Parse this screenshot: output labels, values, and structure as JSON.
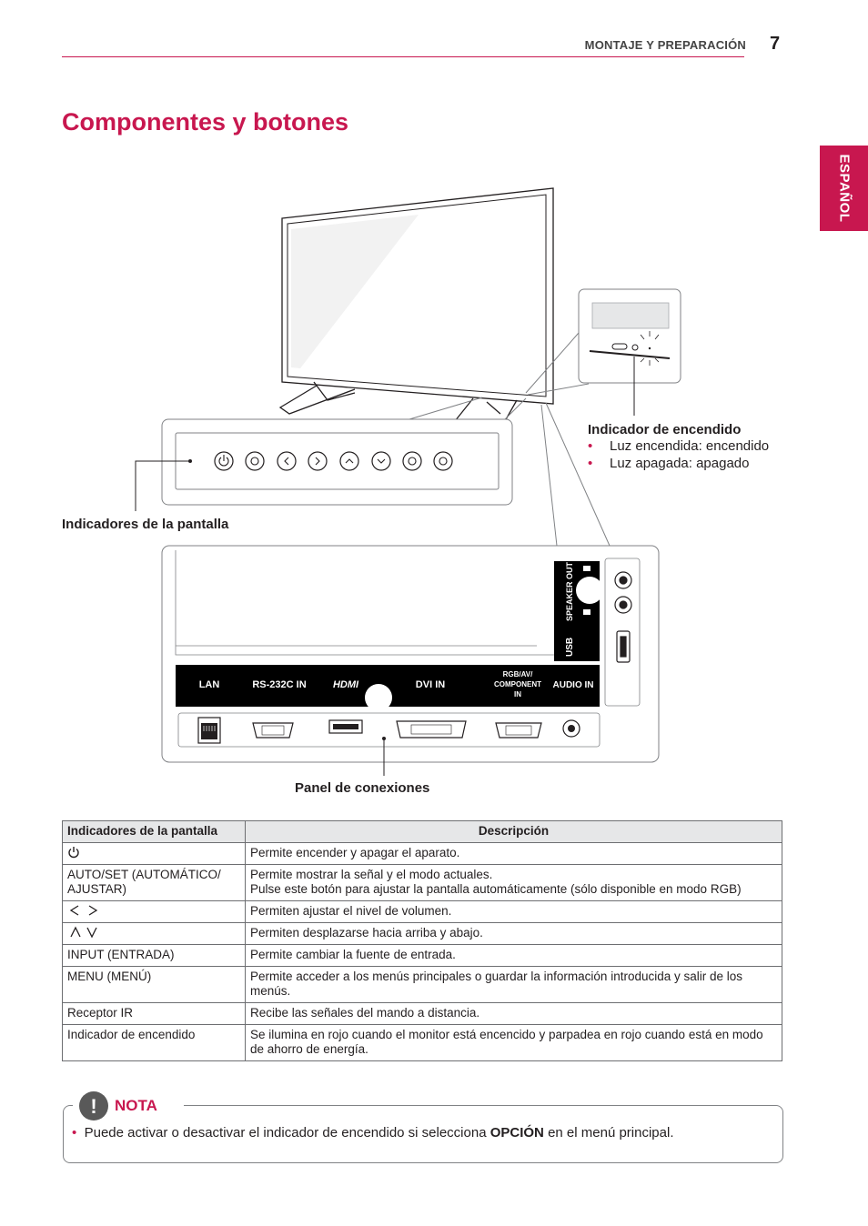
{
  "header": {
    "section": "MONTAJE Y PREPARACIÓN",
    "page_number": "7"
  },
  "page_title": "Componentes y botones",
  "language_tab": "ESPAÑOL",
  "diagram": {
    "power_indicator": {
      "label": "Indicador de encendido",
      "bullets": [
        "Luz encendida: encendido",
        "Luz apagada: apagado"
      ]
    },
    "screen_indicators_label": "Indicadores de la pantalla",
    "connection_panel_label": "Panel de conexiones",
    "ports": {
      "lan": "LAN",
      "rs232": "RS-232C IN",
      "hdmi": "HDMI",
      "dvi": "DVI IN",
      "rgb_line1": "RGB/AV/",
      "rgb_line2": "COMPONENT",
      "rgb_line3": "IN",
      "audio": "AUDIO IN",
      "speaker": "SPEAKER OUT",
      "usb": "USB"
    }
  },
  "table": {
    "headers": [
      "Indicadores de la pantalla",
      "Descripción"
    ],
    "rows": [
      {
        "name": "power-symbol",
        "desc": [
          "Permite encender y apagar el aparato."
        ]
      },
      {
        "name": "AUTO/SET (AUTOMÁTICO/ AJUSTAR)",
        "desc": [
          "Permite mostrar la señal y el modo actuales.",
          "Pulse este botón para ajustar la pantalla automáticamente (sólo disponible en modo RGB)"
        ]
      },
      {
        "name": "< >",
        "desc": [
          "Permiten ajustar el nivel de volumen."
        ]
      },
      {
        "name": "∧ ∨",
        "desc": [
          "Permiten desplazarse hacia arriba y abajo."
        ]
      },
      {
        "name": "INPUT (ENTRADA)",
        "desc": [
          "Permite cambiar la fuente de entrada."
        ]
      },
      {
        "name": "MENU (MENÚ)",
        "desc": [
          "Permite acceder a los menús principales o guardar la información introducida y salir de los menús."
        ]
      },
      {
        "name": "Receptor IR",
        "desc": [
          "Recibe las señales del mando a distancia."
        ]
      },
      {
        "name": "Indicador de encendido",
        "desc": [
          "Se ilumina en rojo cuando el monitor está encencido y parpadea en rojo cuando está en modo de ahorro de energía."
        ]
      }
    ]
  },
  "note": {
    "label": "NOTA",
    "text_before": "Puede activar o desactivar el indicador de encendido si selecciona ",
    "text_bold": "OPCIÓN",
    "text_after": " en el menú principal."
  },
  "colors": {
    "accent": "#c8174f",
    "table_header_bg": "#e6e7e8",
    "panel_black": "#000000"
  }
}
